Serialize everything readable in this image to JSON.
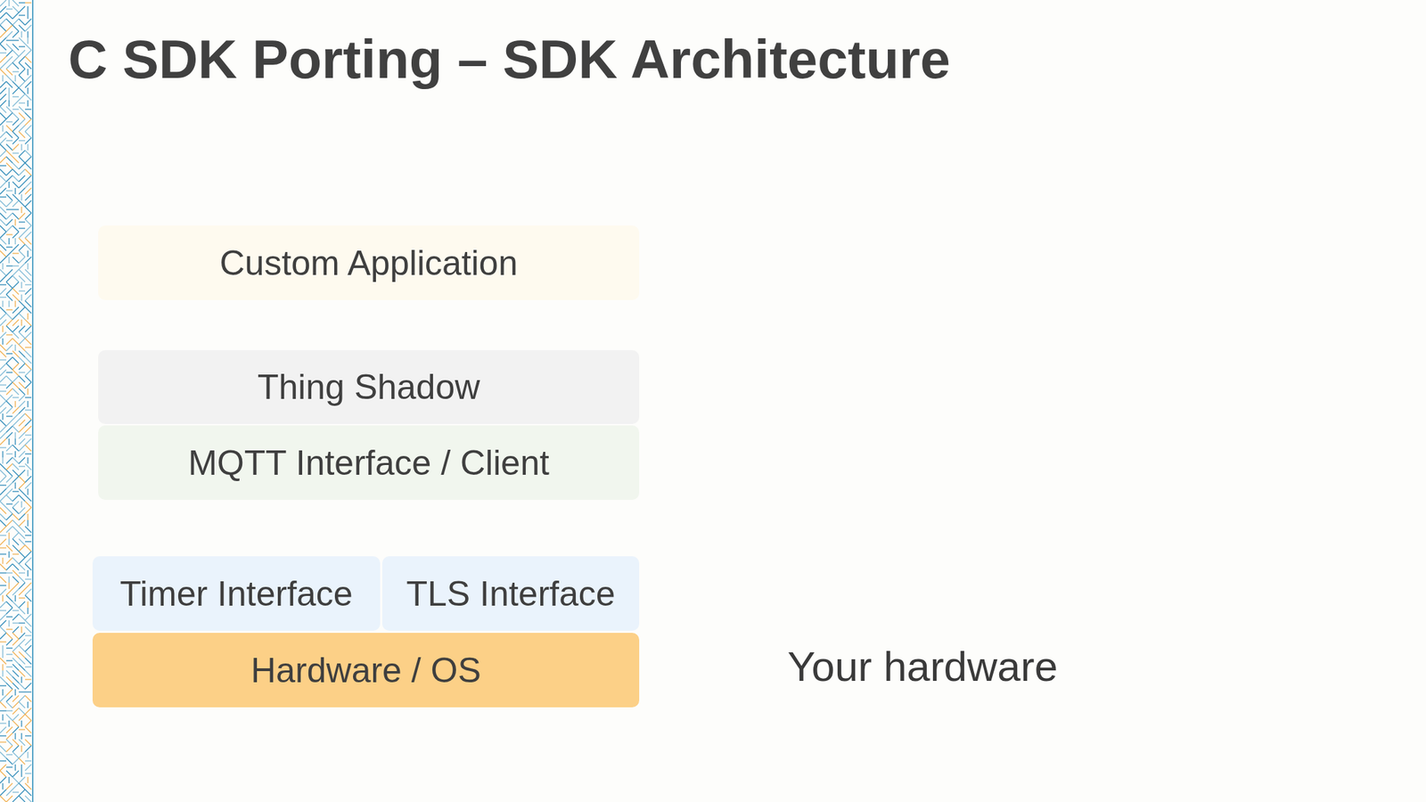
{
  "diagram": {
    "title": "C SDK Porting – SDK Architecture",
    "nodes": [
      {
        "text": [
          "Custom Application"
        ]
      },
      {
        "text": [
          "Thing Shadow"
        ]
      },
      {
        "text": [
          "MQTT Interface / Client"
        ]
      },
      {
        "text": [
          "Timer Interface"
        ]
      },
      {
        "text": [
          "TLS Interface"
        ]
      },
      {
        "text": [
          "Hardware / OS"
        ]
      }
    ],
    "labels": [
      "Your hardware"
    ]
  }
}
